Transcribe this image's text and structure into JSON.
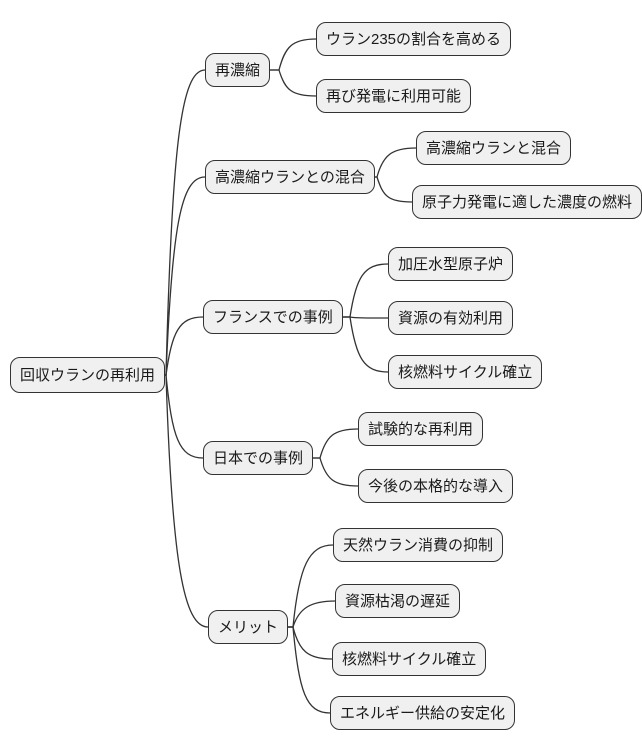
{
  "diagram": {
    "type": "mindmap",
    "root": {
      "label": "回収ウランの再利用"
    },
    "branches": [
      {
        "label": "再濃縮",
        "children": [
          {
            "label": "ウラン235の割合を高める"
          },
          {
            "label": "再び発電に利用可能"
          }
        ]
      },
      {
        "label": "高濃縮ウランとの混合",
        "children": [
          {
            "label": "高濃縮ウランと混合"
          },
          {
            "label": "原子力発電に適した濃度の燃料"
          }
        ]
      },
      {
        "label": "フランスでの事例",
        "children": [
          {
            "label": "加圧水型原子炉"
          },
          {
            "label": "資源の有効利用"
          },
          {
            "label": "核燃料サイクル確立"
          }
        ]
      },
      {
        "label": "日本での事例",
        "children": [
          {
            "label": "試験的な再利用"
          },
          {
            "label": "今後の本格的な導入"
          }
        ]
      },
      {
        "label": "メリット",
        "children": [
          {
            "label": "天然ウラン消費の抑制"
          },
          {
            "label": "資源枯渇の遅延"
          },
          {
            "label": "核燃料サイクル確立"
          },
          {
            "label": "エネルギー供給の安定化"
          }
        ]
      }
    ],
    "colors": {
      "background": "#ffffff",
      "node_fill": "#f0f0f0",
      "node_border": "#333333",
      "edge": "#333333",
      "text": "#1a1a1a"
    }
  }
}
